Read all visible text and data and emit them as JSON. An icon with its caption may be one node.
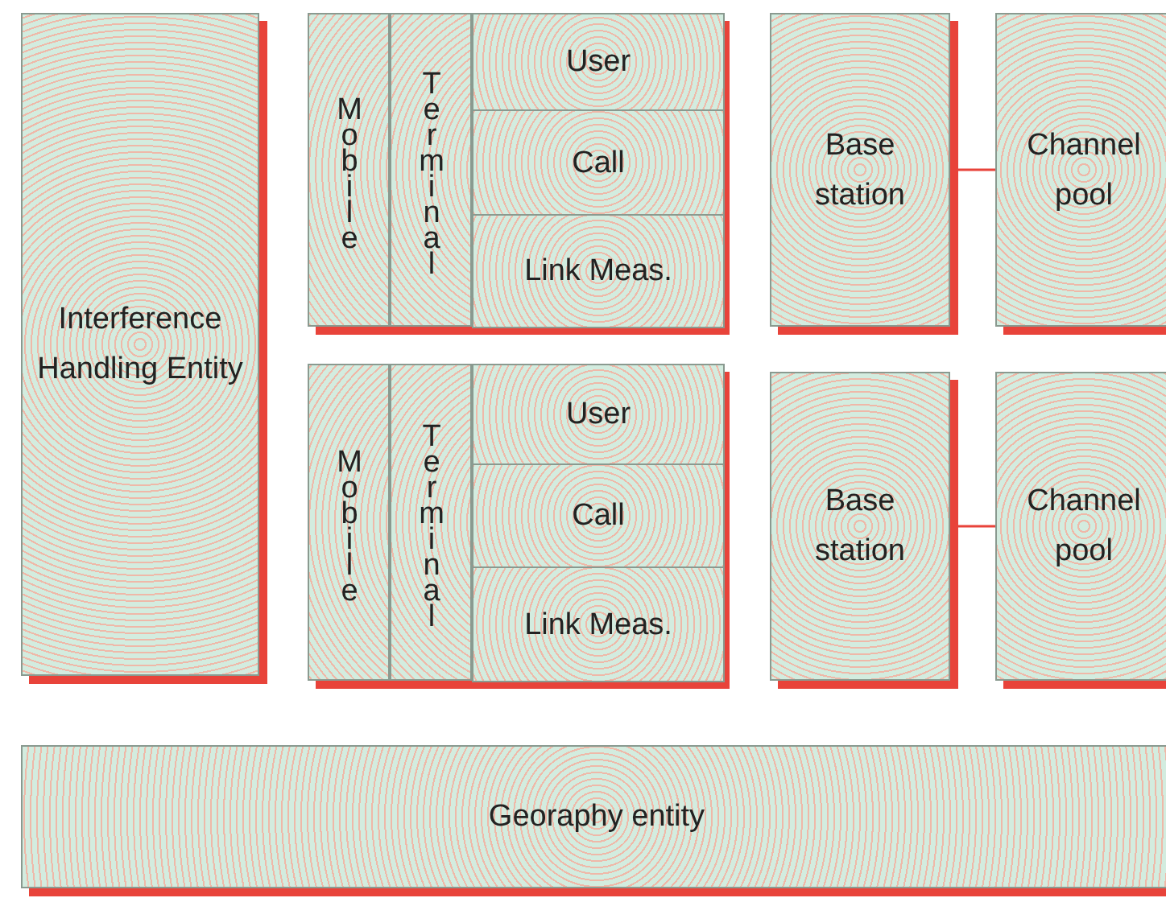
{
  "diagram": {
    "nodes": [
      {
        "text": [
          "Interference Handling Entity"
        ]
      },
      {
        "text": [
          "Mobile"
        ]
      },
      {
        "text": [
          "Terminal"
        ],
        "in": 1
      },
      {
        "text": [
          "User"
        ],
        "in": 2
      },
      {
        "text": [
          "Call"
        ],
        "in": 2
      },
      {
        "text": [
          "Link Meas."
        ],
        "in": 2
      },
      {
        "text": [
          "Base station"
        ]
      },
      {
        "text": [
          "Channel pool"
        ]
      },
      {
        "text": [
          "Mobile"
        ]
      },
      {
        "text": [
          "Terminal"
        ],
        "in": 8
      },
      {
        "text": [
          "User"
        ],
        "in": 9
      },
      {
        "text": [
          "Call"
        ],
        "in": 9
      },
      {
        "text": [
          "Link Meas."
        ],
        "in": 9
      },
      {
        "text": [
          "Base station"
        ]
      },
      {
        "text": [
          "Channel pool"
        ]
      },
      {
        "text": [
          "Georaphy entity"
        ]
      }
    ],
    "edges": [
      {
        "from": 6,
        "to": 7,
        "arrow": "none"
      },
      {
        "from": 13,
        "to": 14,
        "arrow": "none"
      }
    ]
  }
}
